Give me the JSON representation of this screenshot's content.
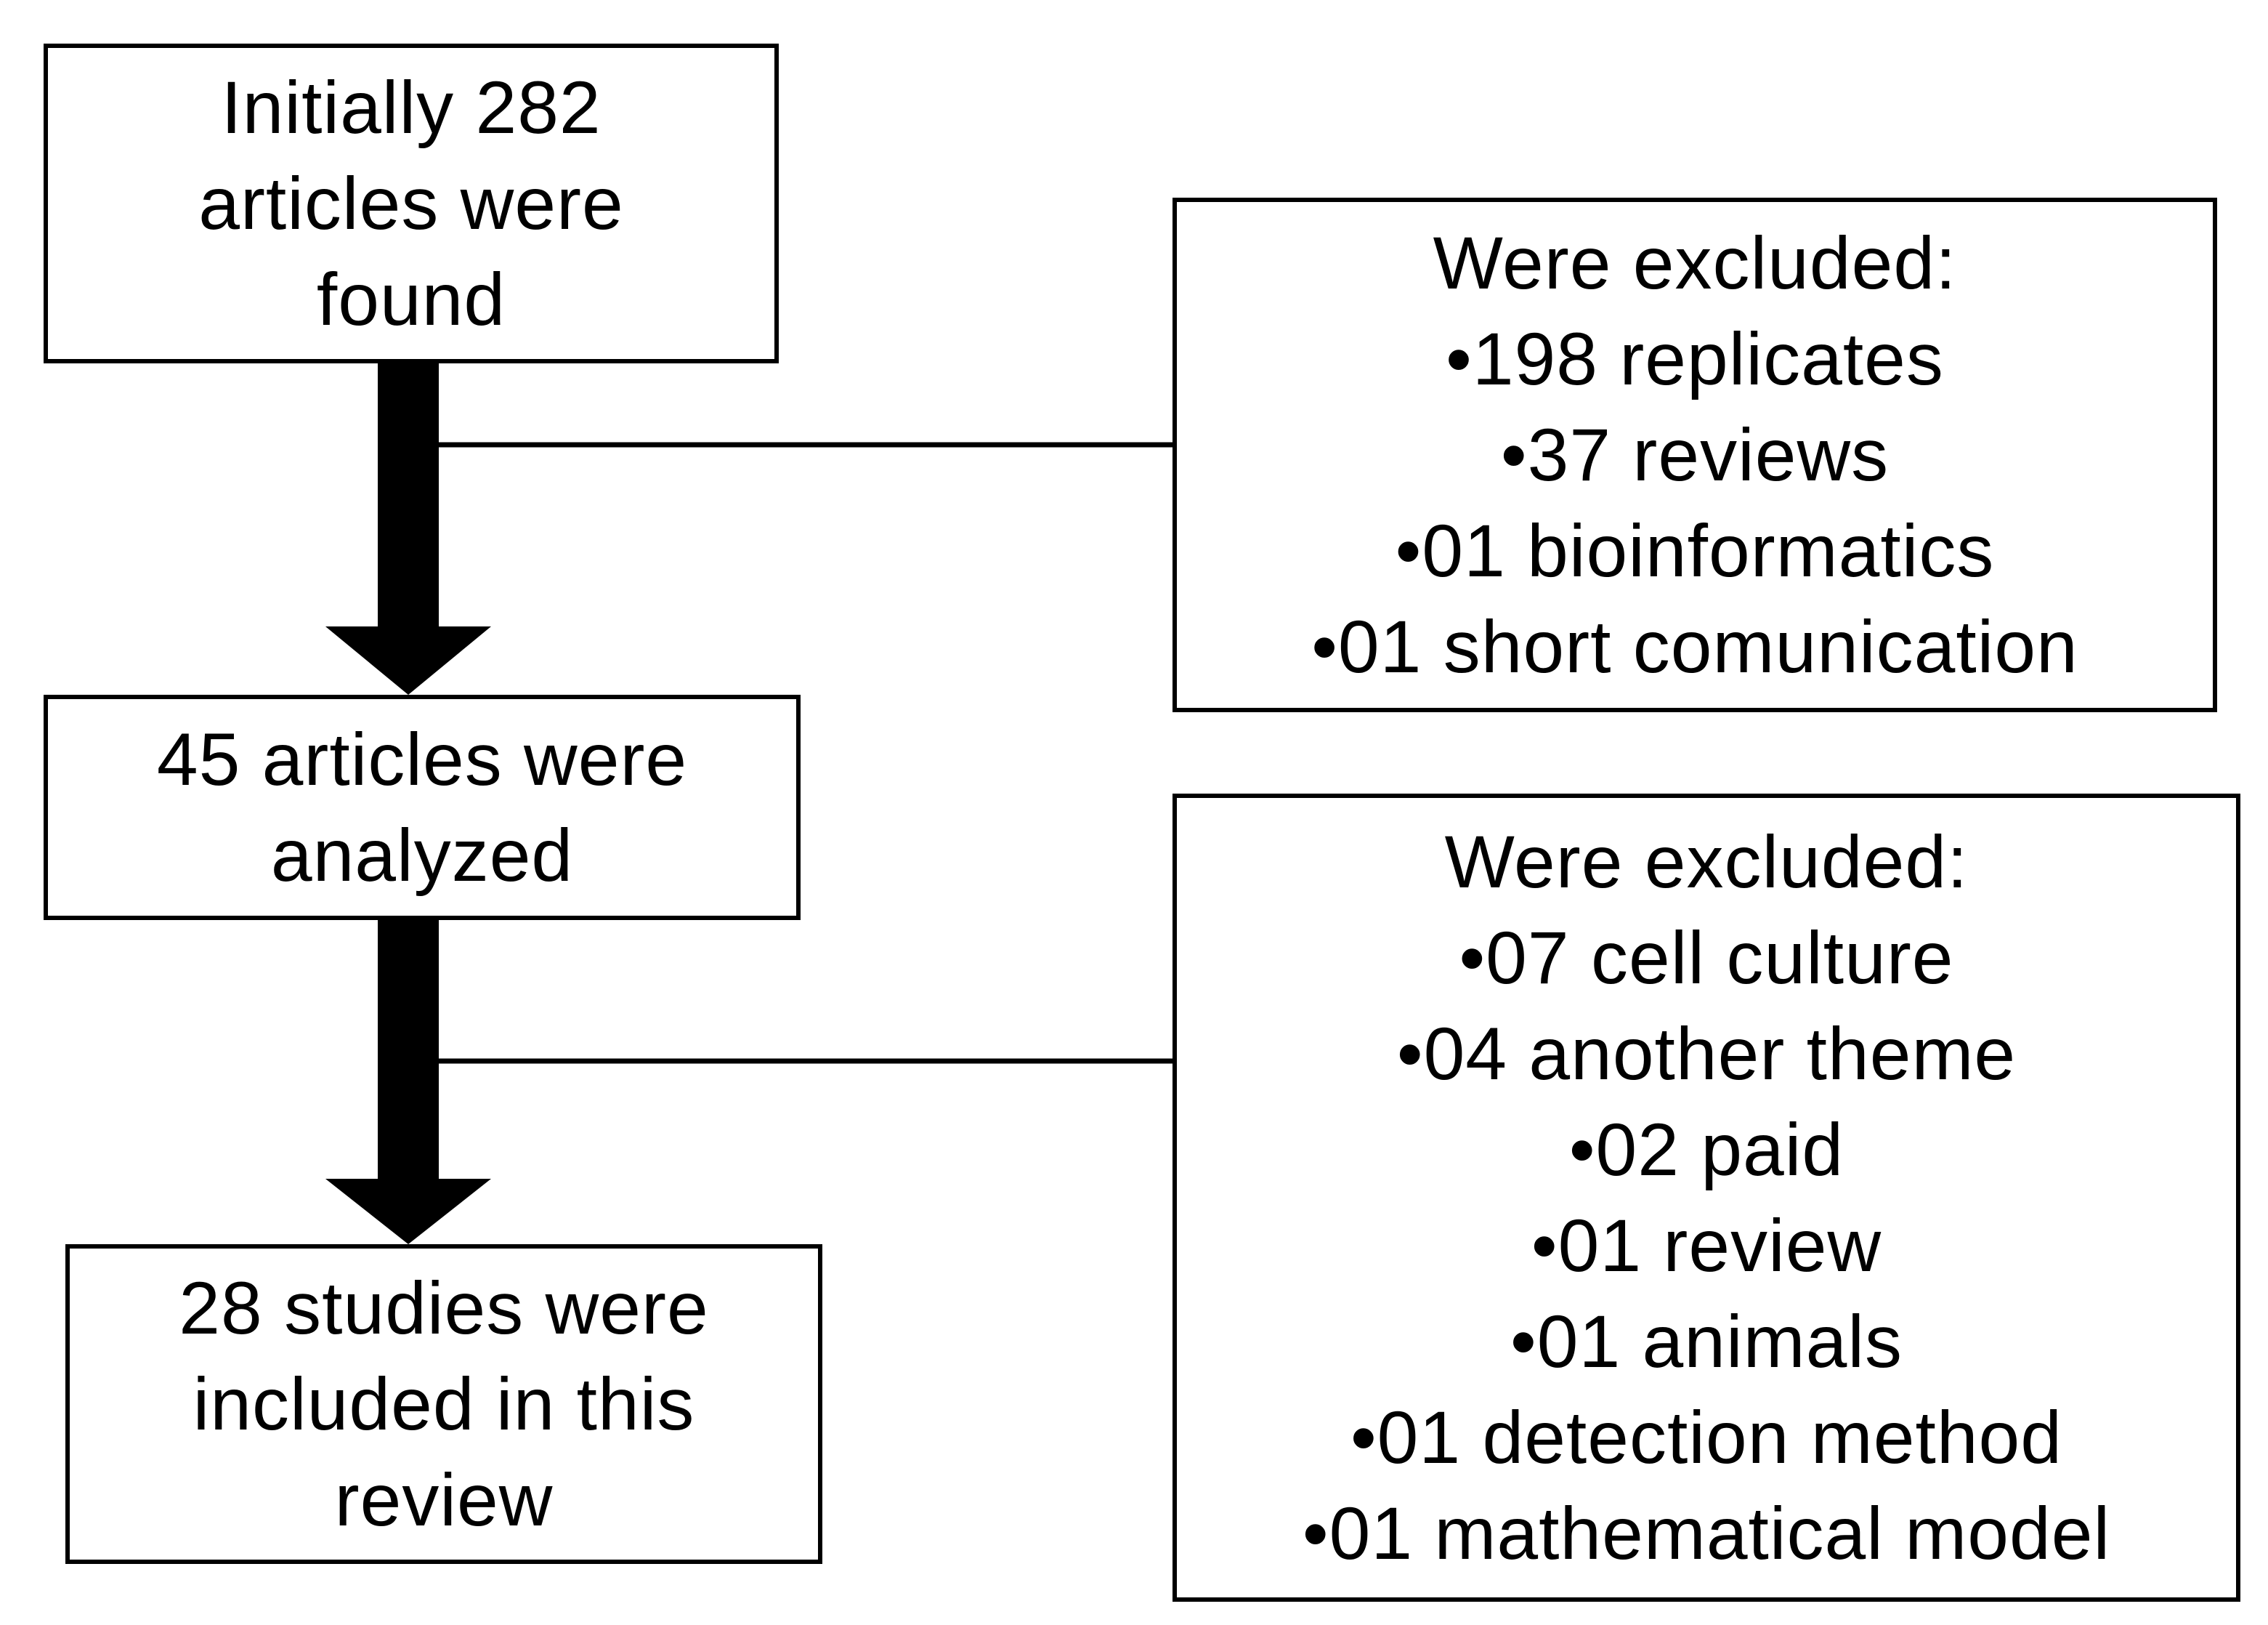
{
  "steps": {
    "found": [
      "Initially 282",
      "articles were",
      "found"
    ],
    "analyzed": [
      "45 articles were",
      "analyzed"
    ],
    "included": [
      "28 studies were",
      "included in this",
      "review"
    ]
  },
  "exclusions": {
    "first": {
      "title": "Were excluded:",
      "items": [
        "•198 replicates",
        "•37 reviews",
        "•01 bioinformatics",
        "•01 short comunication"
      ]
    },
    "second": {
      "title": "Were excluded:",
      "items": [
        "•07 cell culture",
        "•04 another theme",
        "•02 paid",
        "•01 review",
        "•01 animals",
        "•01 detection method",
        "•01 mathematical model"
      ]
    }
  },
  "colors": {
    "stroke": "#000000",
    "background": "#ffffff"
  }
}
